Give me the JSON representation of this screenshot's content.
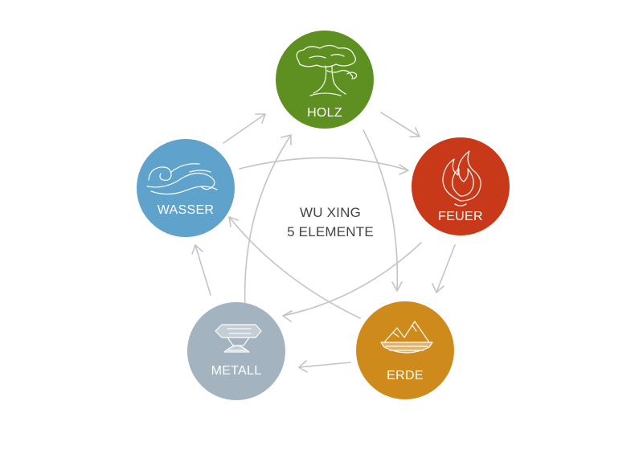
{
  "center": {
    "line1": "WU XING",
    "line2": "5 ELEMENTE"
  },
  "elements": [
    {
      "key": "holz",
      "label": "HOLZ",
      "color": "#5d9021",
      "icon": "tree-icon"
    },
    {
      "key": "feuer",
      "label": "FEUER",
      "color": "#c8391a",
      "icon": "flame-icon"
    },
    {
      "key": "erde",
      "label": "ERDE",
      "color": "#cf8a1c",
      "icon": "mountains-icon"
    },
    {
      "key": "metall",
      "label": "METALL",
      "color": "#a3b3bf",
      "icon": "anvil-icon"
    },
    {
      "key": "wasser",
      "label": "WASSER",
      "color": "#5fa2cb",
      "icon": "wave-icon"
    }
  ],
  "arrow_color": "#c4c4c4"
}
